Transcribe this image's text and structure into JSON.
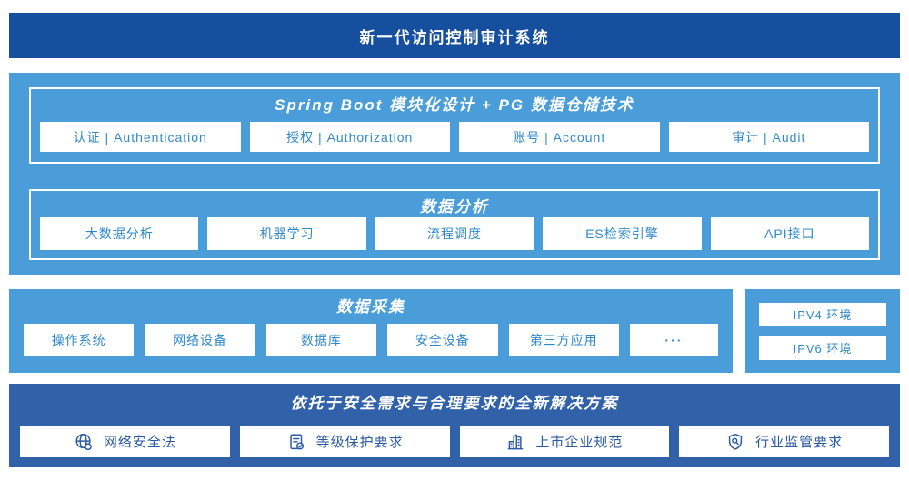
{
  "banner": {
    "title": "新一代访问控制审计系统"
  },
  "colors": {
    "banner_blue": "#164F9E",
    "panel_light_blue": "#4A9DD8",
    "solution_blue": "#3161A9",
    "item_text_blue": "#3089CB",
    "solution_text_blue": "#2B5AA5",
    "white": "#ffffff"
  },
  "platform": {
    "modules": {
      "title": "Spring Boot 模块化设计 + PG 数据仓储技术",
      "items": [
        "认证 | Authentication",
        "授权 | Authorization",
        "账号 | Account",
        "审计 | Audit"
      ]
    },
    "analysis": {
      "title": "数据分析",
      "items": [
        "大数据分析",
        "机器学习",
        "流程调度",
        "ES检索引擎",
        "API接口"
      ]
    }
  },
  "collection": {
    "title": "数据采集",
    "items": [
      "操作系统",
      "网络设备",
      "数据库",
      "安全设备",
      "第三方应用",
      "···"
    ]
  },
  "environments": {
    "items": [
      "IPV4 环境",
      "IPV6 环境"
    ]
  },
  "solution": {
    "title": "依托于安全需求与合理要求的全新解决方案",
    "items": [
      {
        "icon": "globe-network-icon",
        "label": "网络安全法"
      },
      {
        "icon": "document-check-icon",
        "label": "等级保护要求"
      },
      {
        "icon": "building-icon",
        "label": "上市企业规范"
      },
      {
        "icon": "shield-search-icon",
        "label": "行业监管要求"
      }
    ]
  }
}
